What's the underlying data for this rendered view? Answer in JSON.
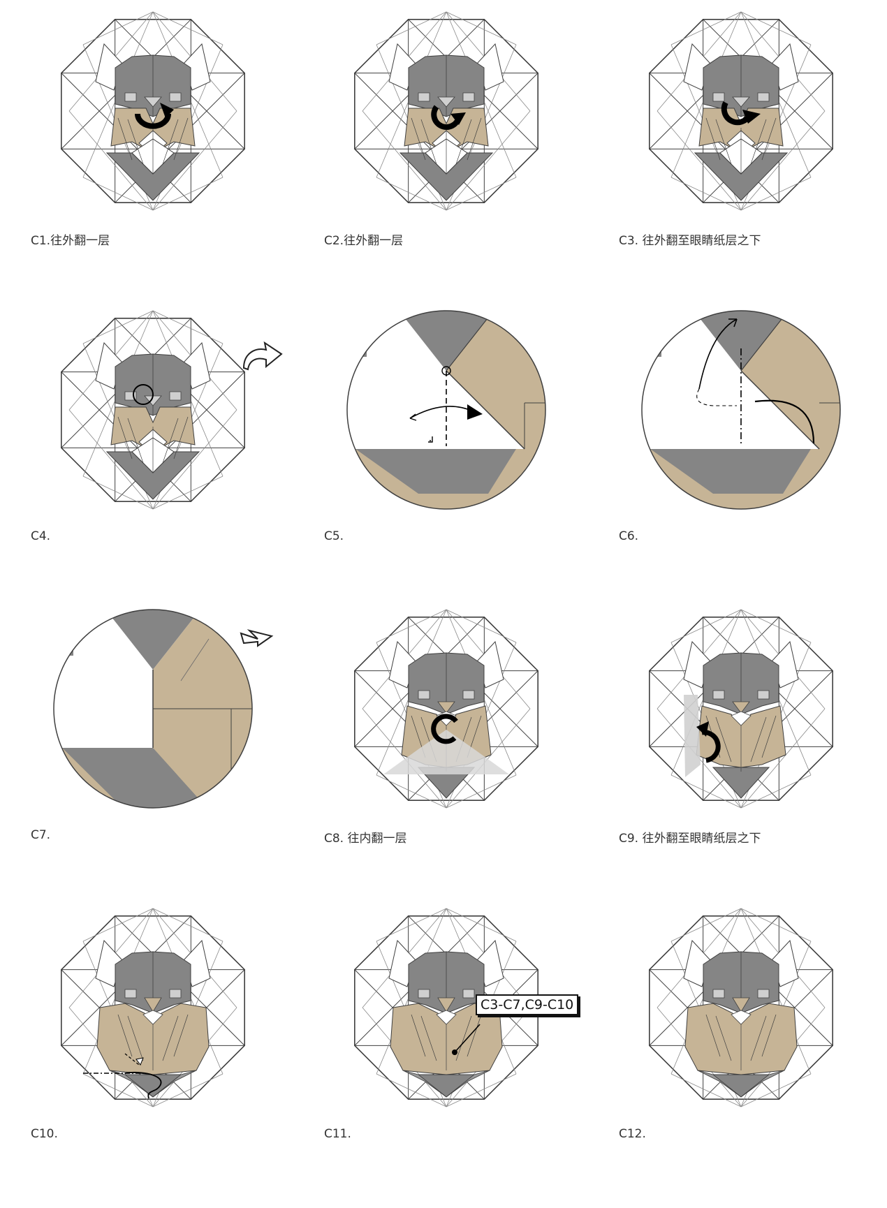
{
  "colors": {
    "paper_dark": "#858585",
    "paper_tan": "#c6b496",
    "line": "#3f3f3f",
    "white": "#ffffff"
  },
  "steps": [
    {
      "id": "C1",
      "caption": "C1.往外翻一层",
      "view": "model",
      "mark": "rotate-arrow-icon"
    },
    {
      "id": "C2",
      "caption": "C2.往外翻一层",
      "view": "model",
      "mark": "rotate-arrow-icon"
    },
    {
      "id": "C3",
      "caption": "C3. 往外翻至眼睛纸层之下",
      "view": "model",
      "mark": "rotate-arrow-icon"
    },
    {
      "id": "C4",
      "caption": "C4.",
      "view": "model",
      "mark": "zoom-circle-icon"
    },
    {
      "id": "C5",
      "caption": "C5.",
      "view": "zoom",
      "mark": "valley-fold-arrow-icon"
    },
    {
      "id": "C6",
      "caption": "C6.",
      "view": "zoom",
      "mark": "squash-fold-arrow-icon"
    },
    {
      "id": "C7",
      "caption": "C7.",
      "view": "zoom",
      "mark": "zoom-out-arrow-icon"
    },
    {
      "id": "C8",
      "caption": "C8. 往内翻一层",
      "view": "model",
      "mark": "rotate-arrow-icon"
    },
    {
      "id": "C9",
      "caption": "C9. 往外翻至眼睛纸层之下",
      "view": "model",
      "mark": "rotate-arrow-icon"
    },
    {
      "id": "C10",
      "caption": "C10.",
      "view": "model",
      "mark": "fold-arrow-icon"
    },
    {
      "id": "C11",
      "caption": "C11.",
      "view": "model",
      "mark": "callout-icon"
    },
    {
      "id": "C12",
      "caption": "C12.",
      "view": "model",
      "mark": "none"
    }
  ],
  "callout": {
    "text": "C3-C7,C9-C10"
  }
}
